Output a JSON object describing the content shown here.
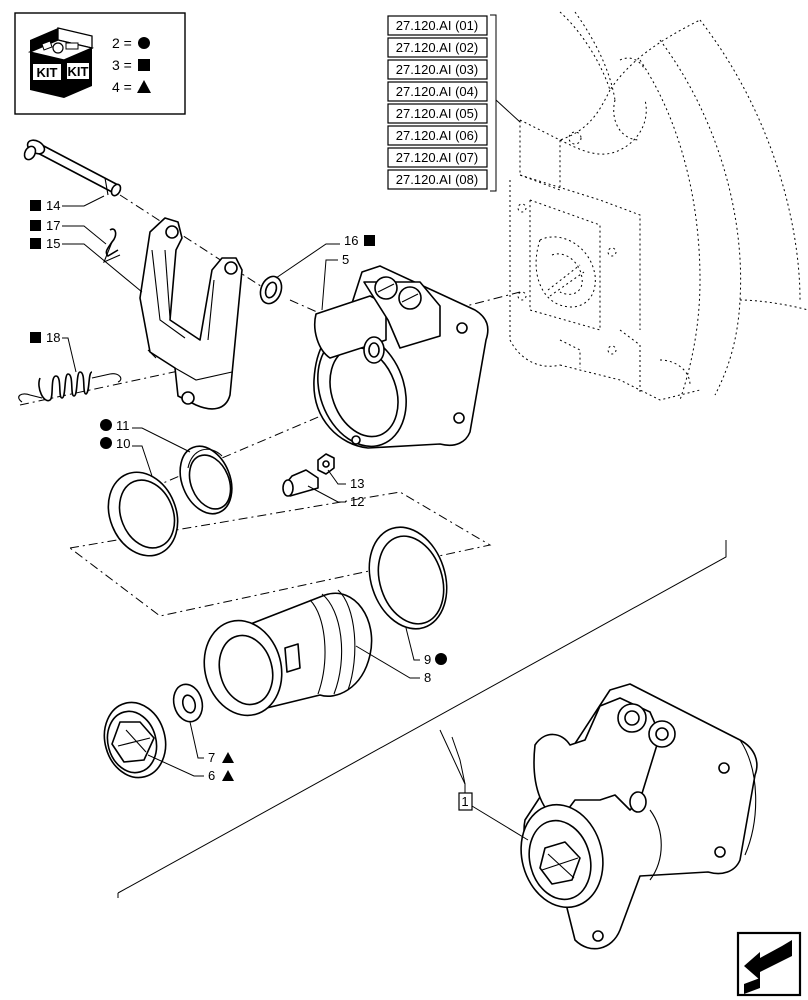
{
  "kit_legend": {
    "icon_text_left": "KIT",
    "icon_text_right": "KIT",
    "entries": [
      {
        "text": "2 =",
        "symbol": "circle"
      },
      {
        "text": "3 =",
        "symbol": "square"
      },
      {
        "text": "4 =",
        "symbol": "triangle"
      }
    ]
  },
  "references": [
    "27.120.AI (01)",
    "27.120.AI (02)",
    "27.120.AI (03)",
    "27.120.AI (04)",
    "27.120.AI (05)",
    "27.120.AI (06)",
    "27.120.AI (07)",
    "27.120.AI (08)"
  ],
  "callouts": {
    "p14": "14",
    "p17": "17",
    "p15": "15",
    "p18": "18",
    "p16": "16",
    "p5": "5",
    "p11": "11",
    "p10": "10",
    "p13": "13",
    "p12": "12",
    "p9": "9",
    "p8": "8",
    "p7": "7",
    "p6": "6",
    "p1": "1"
  },
  "callout_symbols": {
    "p14": "square",
    "p17": "square",
    "p15": "square",
    "p18": "square",
    "p16": "square",
    "p11": "circle",
    "p10": "circle",
    "p9": "circle",
    "p7": "triangle",
    "p6": "triangle"
  },
  "icons": {
    "kit": "kit-box-icon",
    "navigation": "previous-page-arrow-icon"
  }
}
